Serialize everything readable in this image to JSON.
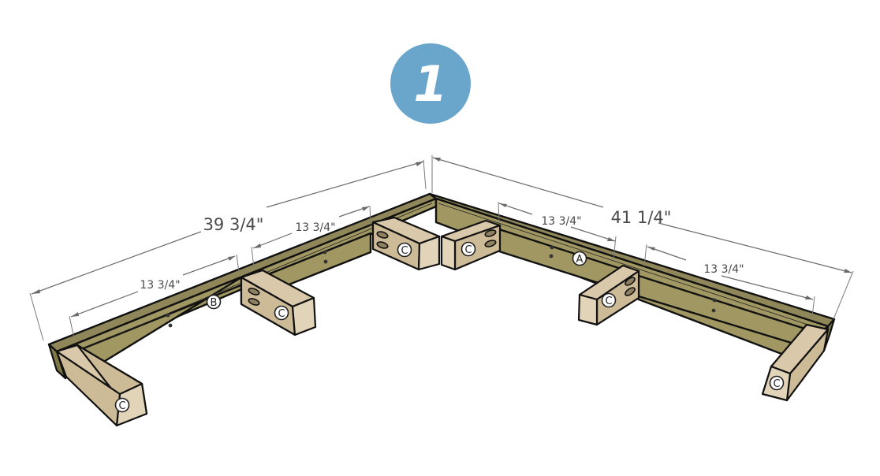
{
  "step": {
    "number": "1",
    "badge_color": "#6aa6cc"
  },
  "dimensions": {
    "left_overall": "39 3/4\"",
    "right_overall": "41 1/4\"",
    "left_outer_spacing": "13 3/4\"",
    "left_inner_spacing": "13 3/4\"",
    "right_inner_spacing": "13 3/4\"",
    "right_outer_spacing": "13 3/4\""
  },
  "parts": {
    "beam_left_label": "B",
    "beam_right_label": "A",
    "leg_label": "C",
    "legs": [
      "C",
      "C",
      "C",
      "C",
      "C",
      "C"
    ]
  },
  "colors": {
    "beam": "#a09763",
    "leg": "#d9c9aa",
    "outline": "#111111",
    "dimension": "#6a6a6a"
  }
}
